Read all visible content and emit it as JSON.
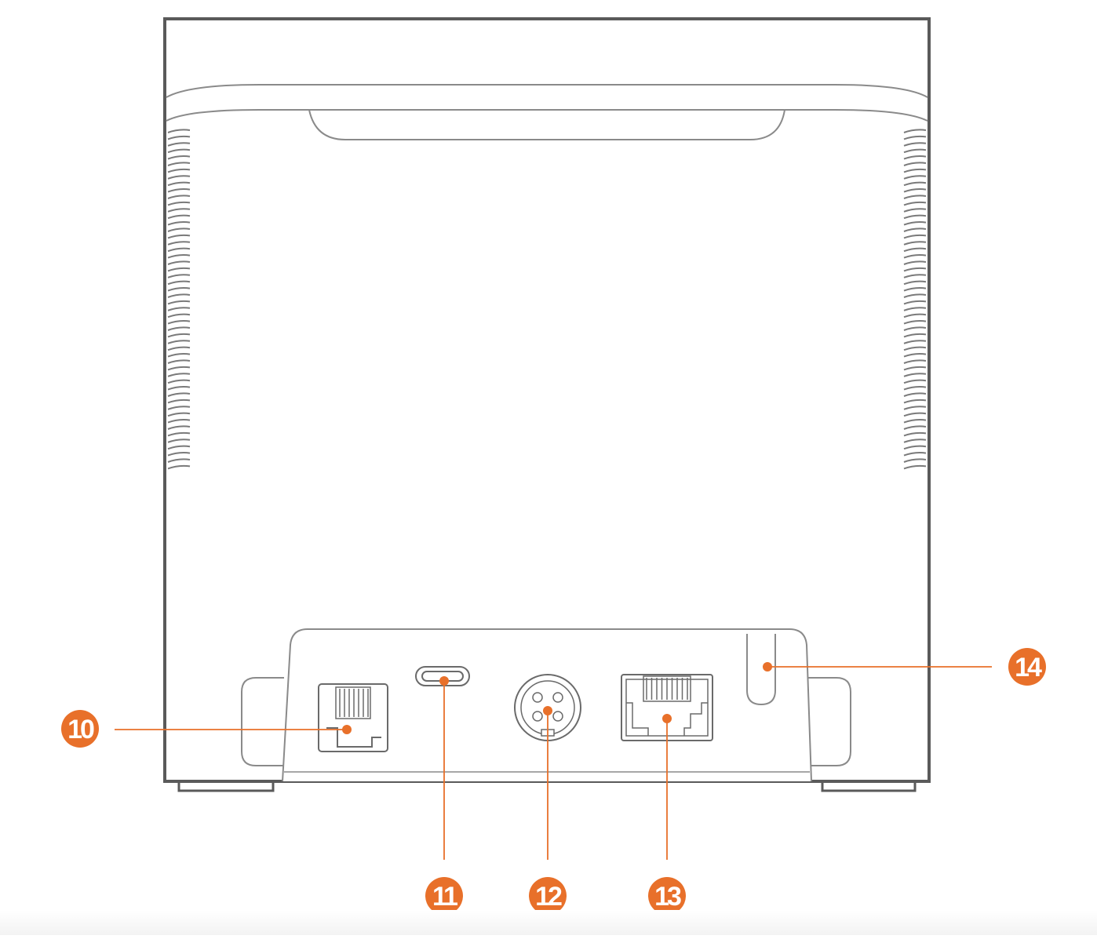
{
  "colors": {
    "outline": "#5a5a5a",
    "outline_light": "#8a8a8a",
    "accent": "#e8702a"
  },
  "callouts": [
    {
      "id": "port-10",
      "label": "10"
    },
    {
      "id": "port-11",
      "label": "11"
    },
    {
      "id": "port-12",
      "label": "12"
    },
    {
      "id": "port-13",
      "label": "13"
    },
    {
      "id": "port-14",
      "label": "14"
    }
  ]
}
